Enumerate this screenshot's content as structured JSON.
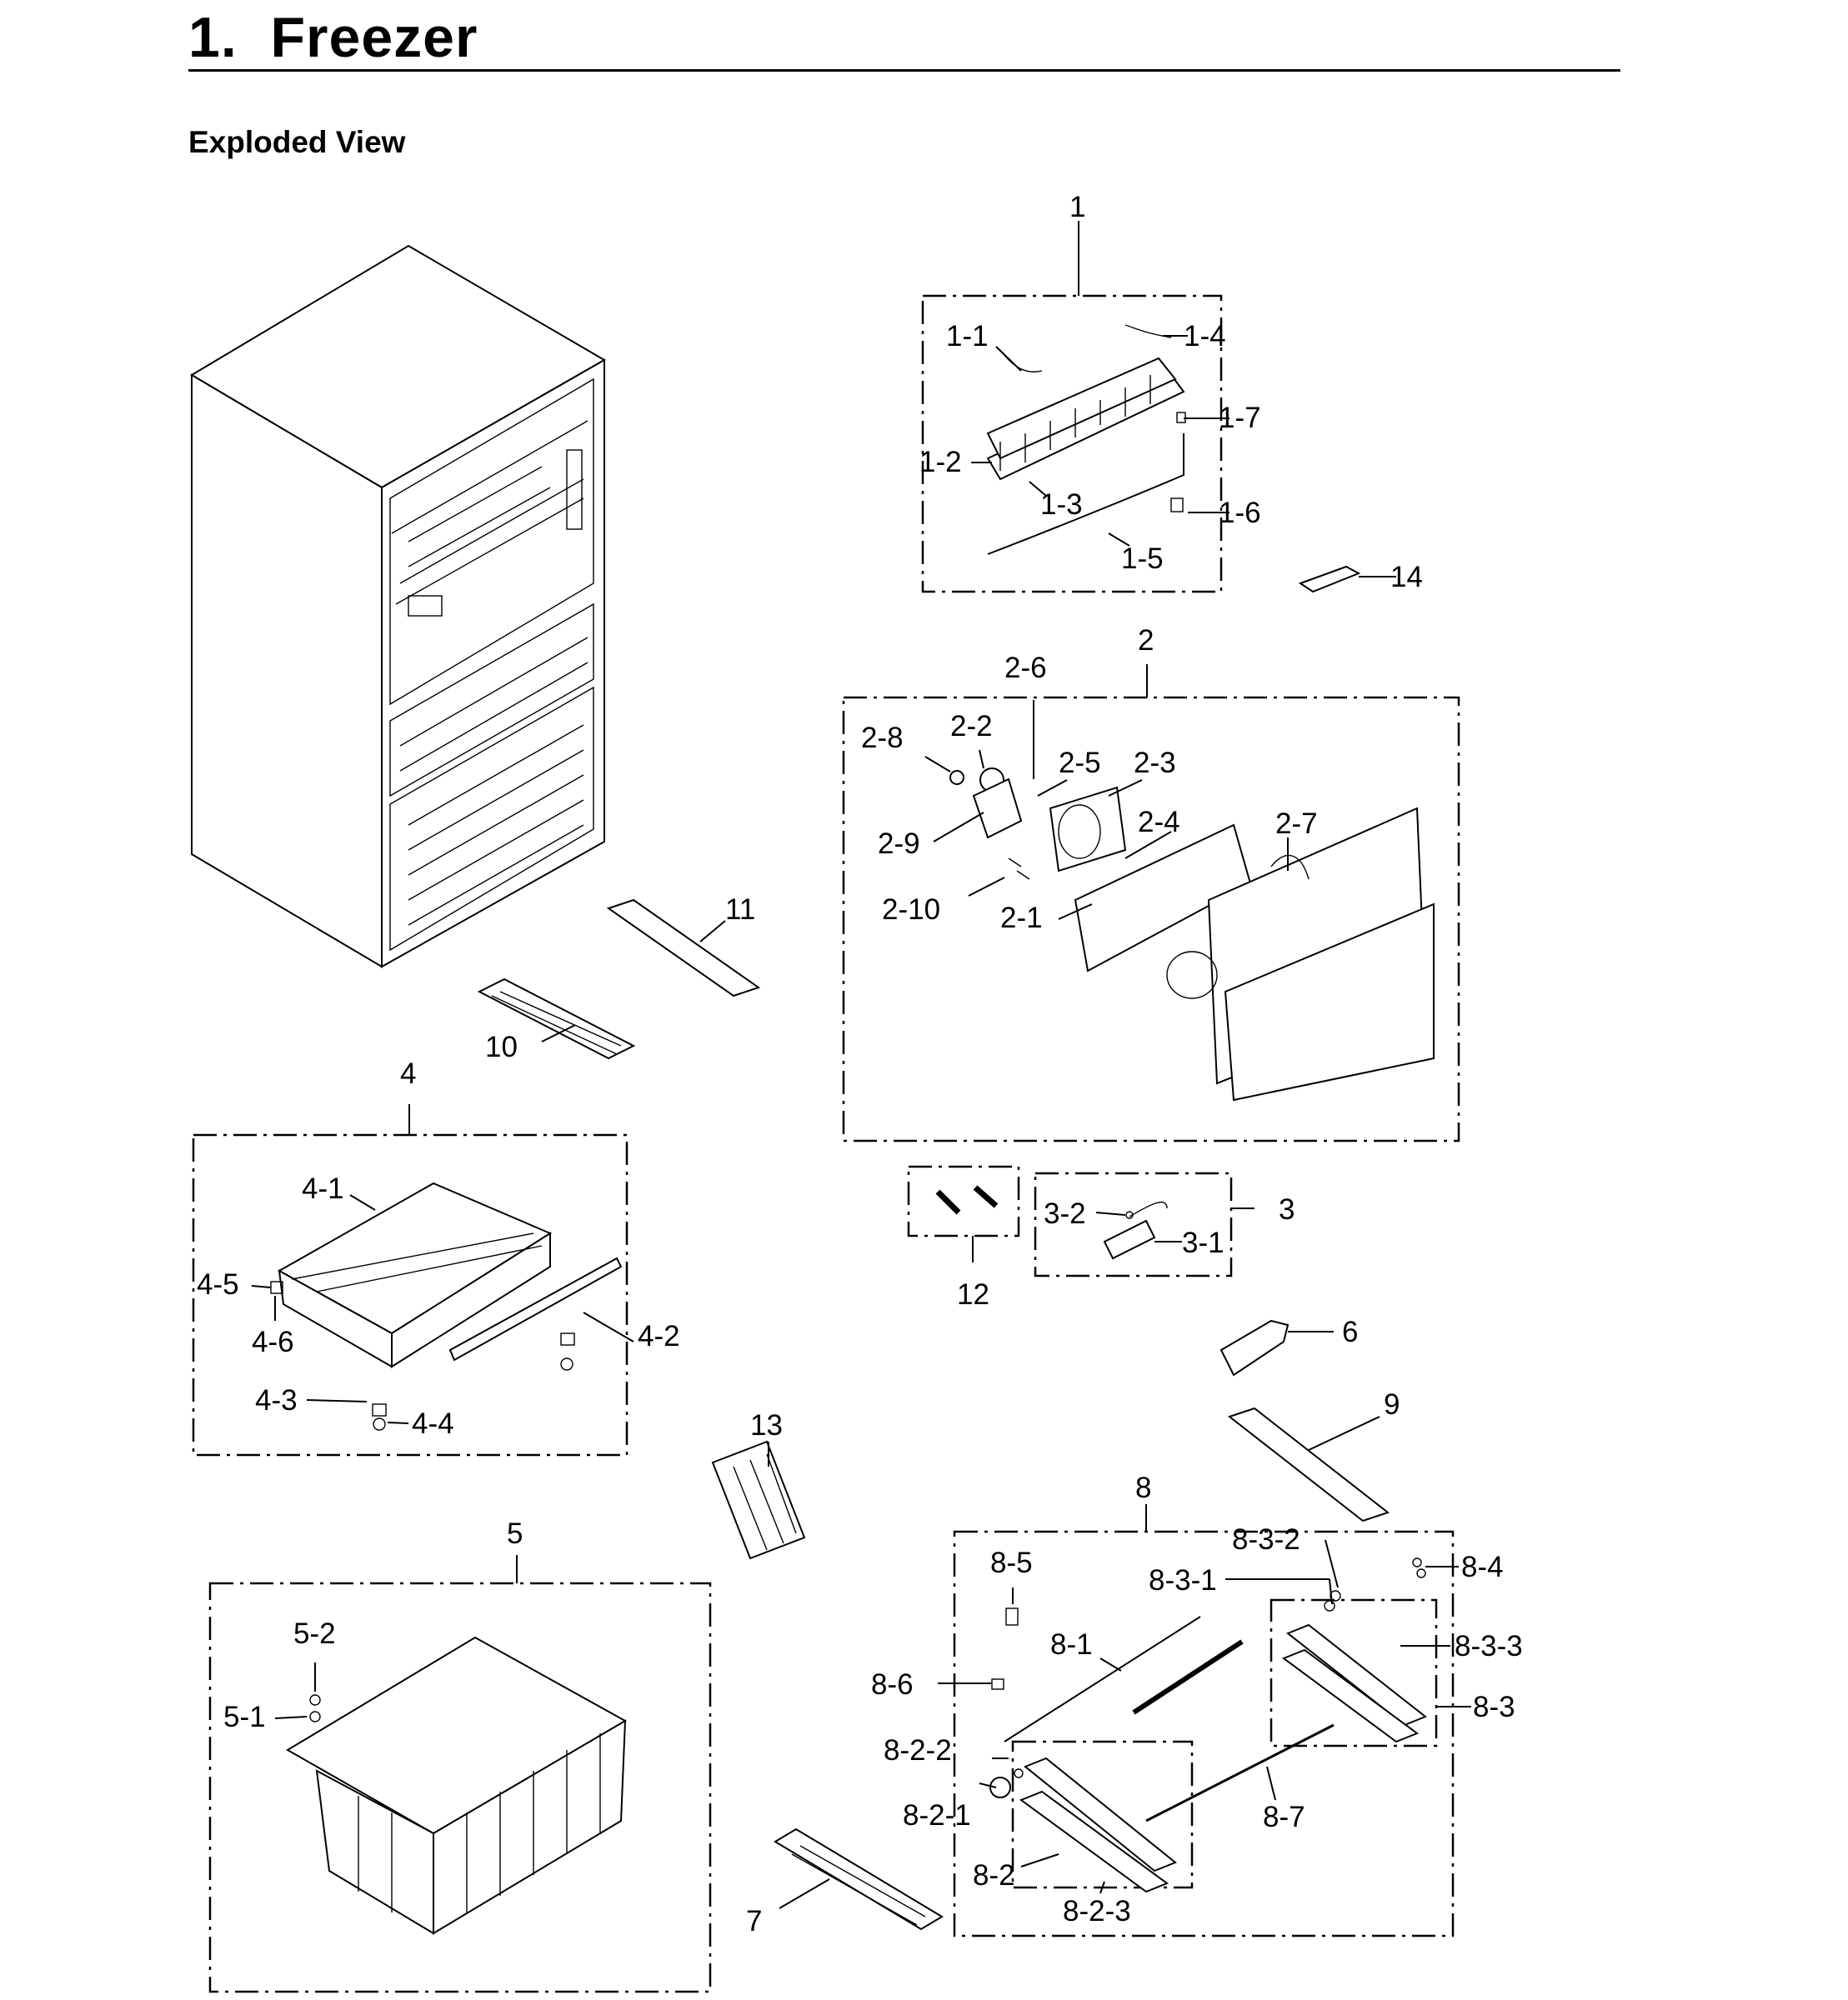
{
  "header": {
    "title": "1.  Freezer",
    "subtitle": "Exploded View"
  },
  "callouts": {
    "c1": "1",
    "c1_1": "1-1",
    "c1_2": "1-2",
    "c1_3": "1-3",
    "c1_4": "1-4",
    "c1_5": "1-5",
    "c1_6": "1-6",
    "c1_7": "1-7",
    "c14": "14",
    "c2": "2",
    "c2_1": "2-1",
    "c2_2": "2-2",
    "c2_3": "2-3",
    "c2_4": "2-4",
    "c2_5": "2-5",
    "c2_6": "2-6",
    "c2_7": "2-7",
    "c2_8": "2-8",
    "c2_9": "2-9",
    "c2_10": "2-10",
    "c11": "11",
    "c10": "10",
    "c4": "4",
    "c4_1": "4-1",
    "c4_2": "4-2",
    "c4_3": "4-3",
    "c4_4": "4-4",
    "c4_5": "4-5",
    "c4_6": "4-6",
    "c12": "12",
    "c3": "3",
    "c3_1": "3-1",
    "c3_2": "3-2",
    "c6": "6",
    "c9": "9",
    "c13": "13",
    "c5": "5",
    "c5_1": "5-1",
    "c5_2": "5-2",
    "c8": "8",
    "c8_1": "8-1",
    "c8_2": "8-2",
    "c8_2_1": "8-2-1",
    "c8_2_2": "8-2-2",
    "c8_2_3": "8-2-3",
    "c8_3": "8-3",
    "c8_3_1": "8-3-1",
    "c8_3_2": "8-3-2",
    "c8_3_3": "8-3-3",
    "c8_4": "8-4",
    "c8_5": "8-5",
    "c8_6": "8-6",
    "c8_7": "8-7",
    "c7": "7"
  }
}
